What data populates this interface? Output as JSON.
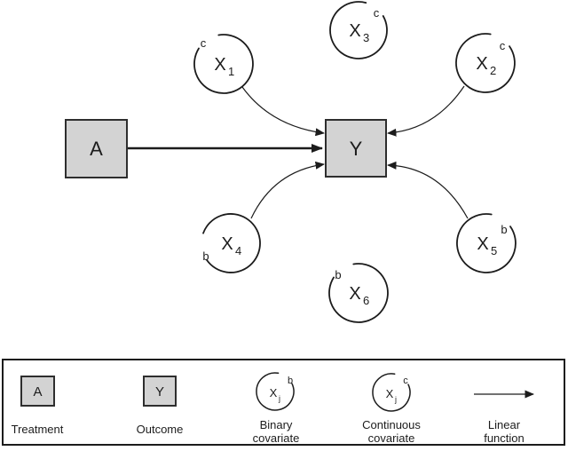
{
  "colors": {
    "background": "#ffffff",
    "node_fill": "#d3d3d3",
    "node_stroke": "#2e2e2e",
    "line": "#1c1c1c"
  },
  "diagram": {
    "treatment": {
      "label": "A"
    },
    "outcome": {
      "label": "Y"
    },
    "covariates": [
      {
        "base": "X",
        "sub": "1",
        "type": "c"
      },
      {
        "base": "X",
        "sub": "2",
        "type": "c"
      },
      {
        "base": "X",
        "sub": "3",
        "type": "c"
      },
      {
        "base": "X",
        "sub": "4",
        "type": "b"
      },
      {
        "base": "X",
        "sub": "5",
        "type": "b"
      },
      {
        "base": "X",
        "sub": "6",
        "type": "b"
      }
    ]
  },
  "legend": {
    "treatment_symbol": "A",
    "treatment_label": "Treatment",
    "outcome_symbol": "Y",
    "outcome_label": "Outcome",
    "binary_symbol_base": "X",
    "binary_symbol_sub": "j",
    "binary_type": "b",
    "binary_label_1": "Binary",
    "binary_label_2": "covariate",
    "continuous_symbol_base": "X",
    "continuous_symbol_sub": "j",
    "continuous_type": "c",
    "continuous_label_1": "Continuous",
    "continuous_label_2": "covariate",
    "linear_label_1": "Linear",
    "linear_label_2": "function"
  }
}
